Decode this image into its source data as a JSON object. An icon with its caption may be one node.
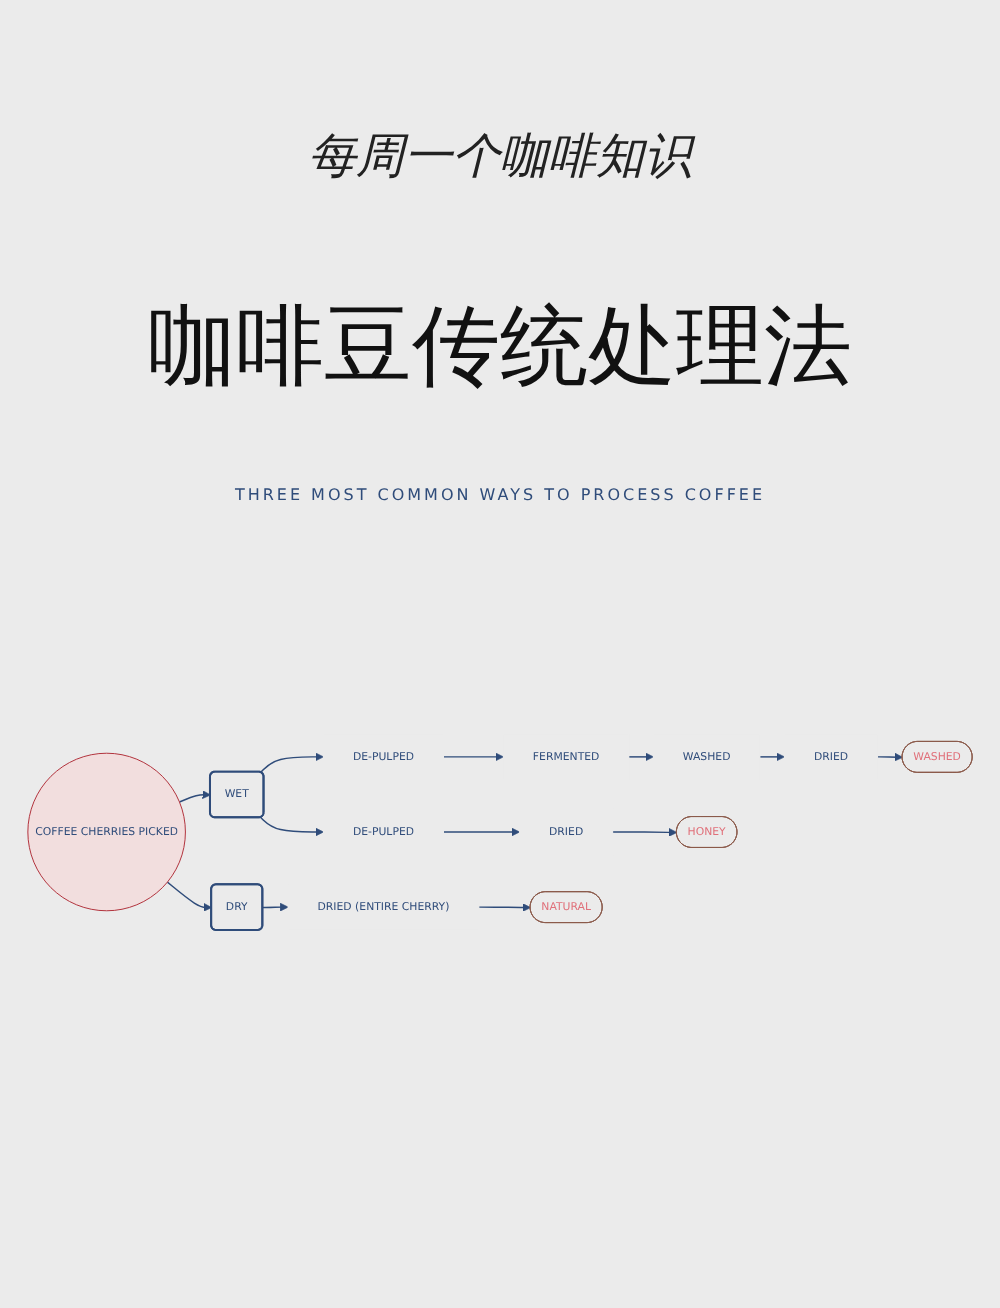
{
  "diagram": {
    "title": "咖啡豆传统处理法",
    "labels": [
      "每周一个咖啡知识",
      "THREE MOST COMMON WAYS TO PROCESS COFFEE"
    ],
    "nodes": [
      {
        "text": [
          "COFFEE CHERRIES PICKED"
        ]
      },
      {
        "text": [
          "WET"
        ]
      },
      {
        "text": [
          "DE-PULPED"
        ]
      },
      {
        "text": [
          "FERMENTED"
        ]
      },
      {
        "text": [
          "WASHED"
        ]
      },
      {
        "text": [
          "DRIED"
        ]
      },
      {
        "text": [
          "WASHED"
        ]
      },
      {
        "text": [
          "DE-PULPED"
        ]
      },
      {
        "text": [
          "DRIED"
        ]
      },
      {
        "text": [
          "HONEY"
        ]
      },
      {
        "text": [
          "DRY"
        ]
      },
      {
        "text": [
          "DRIED (ENTIRE CHERRY)"
        ]
      },
      {
        "text": [
          "NATURAL"
        ]
      }
    ],
    "edges": [
      {
        "from": 0,
        "to": 1,
        "arrow": "to"
      },
      {
        "from": 1,
        "to": 2,
        "arrow": "to"
      },
      {
        "from": 2,
        "to": 3,
        "arrow": "to"
      },
      {
        "from": 3,
        "to": 4,
        "arrow": "to"
      },
      {
        "from": 4,
        "to": 5,
        "arrow": "to"
      },
      {
        "from": 5,
        "to": 6,
        "arrow": "to"
      },
      {
        "from": 1,
        "to": 7,
        "arrow": "to"
      },
      {
        "from": 7,
        "to": 8,
        "arrow": "to"
      },
      {
        "from": 8,
        "to": 9,
        "arrow": "to"
      },
      {
        "from": 0,
        "to": 10,
        "arrow": "to"
      },
      {
        "from": 10,
        "to": 11,
        "arrow": "to"
      },
      {
        "from": 11,
        "to": 12,
        "arrow": "to"
      }
    ]
  }
}
